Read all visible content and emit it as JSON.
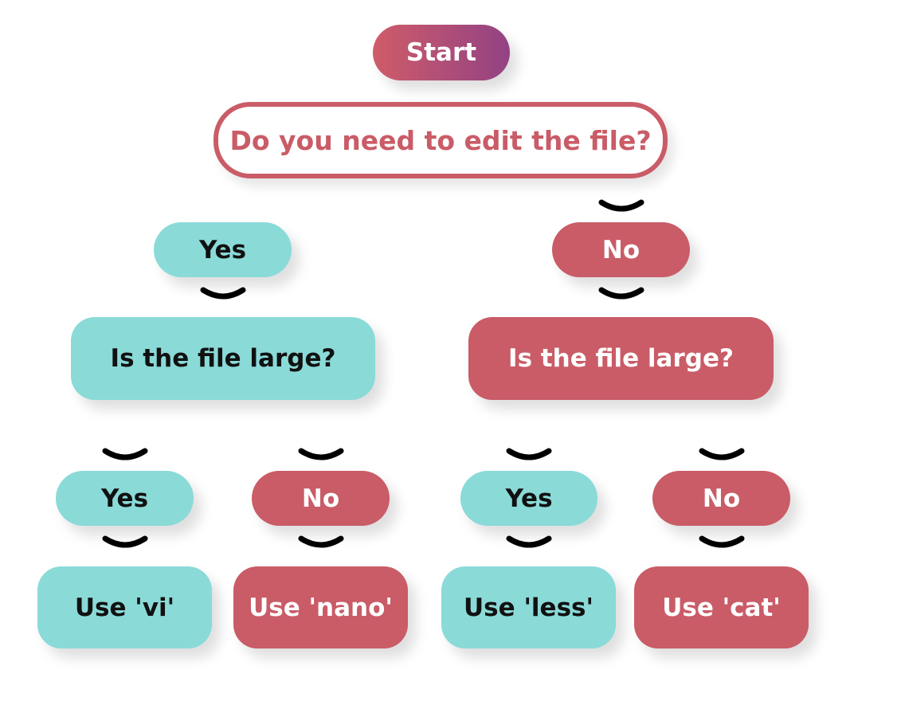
{
  "diagram": {
    "start": "Start",
    "question": "Do you need to edit the file?",
    "branches": [
      {
        "answer": "Yes",
        "question": "Is the file large?",
        "outcomes": [
          {
            "answer": "Yes",
            "result": "Use 'vi'"
          },
          {
            "answer": "No",
            "result": "Use 'nano'"
          }
        ]
      },
      {
        "answer": "No",
        "question": "Is the file large?",
        "outcomes": [
          {
            "answer": "Yes",
            "result": "Use 'less'"
          },
          {
            "answer": "No",
            "result": "Use 'cat'"
          }
        ]
      }
    ]
  },
  "colors": {
    "teal": "#8adad8",
    "rose": "#c95c67",
    "start_gradient_start": "#cf5c69",
    "start_gradient_end": "#934284",
    "connector": "#000000"
  },
  "icons": {
    "connector": "chevron-down-icon"
  }
}
